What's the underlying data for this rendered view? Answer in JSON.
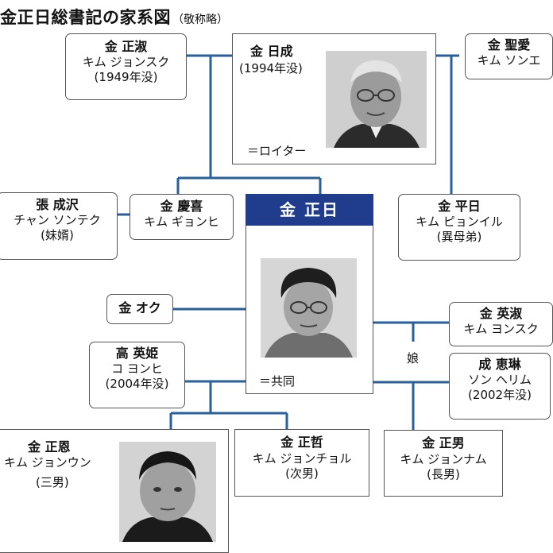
{
  "title": {
    "main": "金正日総書記の家系図",
    "sub": "（敬称略）"
  },
  "people": {
    "kim_jongsuk": {
      "name": "金 正淑",
      "reading": "キム ジョンスク",
      "note": "(1949年没)"
    },
    "kim_ilsung": {
      "name": "金 日成",
      "note": "(1994年没)",
      "credit": "＝ロイター"
    },
    "kim_songae": {
      "name": "金 聖愛",
      "reading": "キム ソンエ"
    },
    "jang_songthaek": {
      "name": "張 成沢",
      "reading": "チャン ソンテク",
      "note": "(妹婿)"
    },
    "kim_kyonghui": {
      "name": "金 慶喜",
      "reading": "キム ギョンヒ"
    },
    "kim_jongil": {
      "name": "金 正日",
      "credit": "＝共同"
    },
    "kim_pyongil": {
      "name": "金 平日",
      "reading": "キム ピョンイル",
      "note": "(異母弟)"
    },
    "kim_ok": {
      "name": "金 オク"
    },
    "kim_yongsuk": {
      "name": "金 英淑",
      "reading": "キム ヨンスク"
    },
    "ko_yonghui": {
      "name": "高 英姫",
      "reading": "コ ヨンヒ",
      "note": "(2004年没)"
    },
    "song_hyerim": {
      "name": "成 恵琳",
      "reading": "ソン ヘリム",
      "note": "(2002年没)"
    },
    "kim_jongun": {
      "name": "金 正恩",
      "reading": "キム ジョンウン",
      "note": "(三男)"
    },
    "kim_jongchol": {
      "name": "金 正哲",
      "reading": "キム ジョンチョル",
      "note": "(次男)"
    },
    "kim_jongnam": {
      "name": "金 正男",
      "reading": "キム ジョンナム",
      "note": "(長男)"
    }
  },
  "labels": {
    "daughter": "娘"
  },
  "colors": {
    "line": "#2a5f9e",
    "header": "#1f3d8c",
    "border": "#555555"
  }
}
